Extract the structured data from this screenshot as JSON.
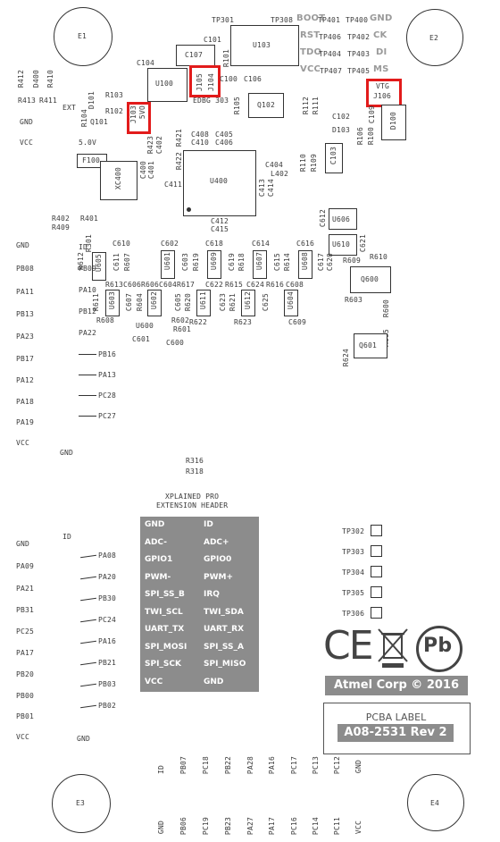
{
  "holes": {
    "e1": "E1",
    "e2": "E2",
    "e3": "E3",
    "e4": "E4"
  },
  "top_labels": {
    "tp301": "TP301",
    "tp308": "TP308",
    "boot": "BOOT",
    "tp401": "TP401",
    "tp400": "TP400",
    "gnd": "GND",
    "rst": "RST",
    "tp406": "TP406",
    "tp402": "TP402",
    "ck": "CK",
    "tdo": "TDO",
    "tp404": "TP404",
    "tp403": "TP403",
    "di": "DI",
    "vcc": "VCC",
    "tp407": "TP407",
    "tp405": "TP405",
    "ms": "MS",
    "c101": "C101",
    "u103": "U103",
    "c107": "C107",
    "c104": "C104",
    "r101": "R101",
    "u100": "U100",
    "j105": "J105",
    "j104": "J104",
    "c100": "C100",
    "c106": "C106",
    "edbg303": "EDBG 303",
    "r105": "R105",
    "q102": "Q102",
    "r412": "R412",
    "d400": "D400",
    "r410": "R410",
    "r413": "R413",
    "r411": "R411",
    "r103": "R103",
    "d101": "D101",
    "r102": "R102",
    "r104": "R104",
    "q101": "Q101",
    "ext": "EXT",
    "j103": "J103",
    "svo": "5VO",
    "gnd_l": "GND",
    "vcc_l": "VCC",
    "v50": "5.0V",
    "vtg": "VTG",
    "j106": "J106",
    "r112": "R112",
    "r111": "R111",
    "c102": "C102",
    "c109": "C109",
    "d103": "D103",
    "r106": "R106",
    "r100": "R100",
    "d100": "D100",
    "f100": "F100",
    "xc400": "XC400",
    "c400": "C400",
    "c401": "C401",
    "r423": "R423",
    "c402": "C402",
    "r422": "R422",
    "r421": "R421",
    "c408": "C408",
    "c405": "C405",
    "c410": "C410",
    "c406": "C406",
    "c411": "C411",
    "u400": "U400",
    "c404": "C404",
    "l402": "L402",
    "r110": "R110",
    "r109": "R109",
    "c103": "C103",
    "c413": "C413",
    "c414": "C414",
    "c412": "C412",
    "c415": "C415"
  },
  "mid_labels": {
    "r402": "R402",
    "r409": "R409",
    "r401": "R401",
    "c612": "C612",
    "u606": "U606",
    "c621": "C621",
    "u610": "U610",
    "r609": "R609",
    "r610": "R610",
    "q600": "Q600",
    "r603": "R603",
    "r600": "R600",
    "r605": "R605",
    "q601": "Q601",
    "r624": "R624",
    "c610": "C610",
    "c602": "C602",
    "c618": "C618",
    "c614": "C614",
    "c616": "C616",
    "r612": "R612",
    "r301": "R301",
    "c611": "C611",
    "r607": "R607",
    "u601": "U601",
    "c603": "C603",
    "r619": "R619",
    "u609": "U609",
    "c619": "C619",
    "r618": "R618",
    "u607": "U607",
    "c615": "C615",
    "r614": "R614",
    "u608": "U608",
    "c617": "C617",
    "c620": "C620",
    "r613": "R613",
    "c606": "C606",
    "r606": "R606",
    "c604": "C604",
    "r617": "R617",
    "c622": "C622",
    "r615": "R615",
    "c624": "C624",
    "r616": "R616",
    "c608": "C608",
    "r611": "R611",
    "u603": "U603",
    "c607": "C607",
    "r604": "R604",
    "u602": "U602",
    "c605": "C605",
    "r620": "R620",
    "u611": "U611",
    "c623": "C623",
    "r621": "R621",
    "u612": "U612",
    "c625": "C625",
    "u604": "U604",
    "c609": "C609",
    "r608": "R608",
    "u600": "U600",
    "r602": "R602",
    "r622": "R622",
    "r601": "R601",
    "r623": "R623",
    "c601": "C601",
    "c600": "C600",
    "u605": "U605"
  },
  "left_pins": [
    "GND",
    "PB08",
    "PA11",
    "PB13",
    "PA23",
    "PB17",
    "PA12",
    "PA18",
    "PA19",
    "VCC"
  ],
  "inner_pins": [
    "ID",
    "PB09",
    "PA10",
    "PB12",
    "PA22"
  ],
  "inner_pins_dash": [
    "PB16",
    "PA13",
    "PC28",
    "PC27"
  ],
  "gnd_mid": "GND",
  "r316": "R316",
  "r318": "R318",
  "ext_header": {
    "title1": "XPLAINED PRO",
    "title2": "EXTENSION HEADER"
  },
  "header_pins": [
    [
      "GND",
      "ID"
    ],
    [
      "ADC-",
      "ADC+"
    ],
    [
      "GPIO1",
      "GPIO0"
    ],
    [
      "PWM-",
      "PWM+"
    ],
    [
      "SPI_SS_B",
      "IRQ"
    ],
    [
      "TWI_SCL",
      "TWI_SDA"
    ],
    [
      "UART_TX",
      "UART_RX"
    ],
    [
      "SPI_MOSI",
      "SPI_SS_A"
    ],
    [
      "SPI_SCK",
      "SPI_MISO"
    ],
    [
      "VCC",
      "GND"
    ]
  ],
  "lower_left_pins": [
    "GND",
    "PA09",
    "PA21",
    "PB31",
    "PC25",
    "PA17",
    "PB20",
    "PB00",
    "PB01",
    "VCC"
  ],
  "lower_id": "ID",
  "lower_inner_pins": [
    "PA08",
    "PA20",
    "PB30",
    "PC24",
    "PA16",
    "PB21",
    "PB03",
    "PB02"
  ],
  "lower_gnd": "GND",
  "test_points": [
    "TP302",
    "TP303",
    "TP304",
    "TP305",
    "TP306"
  ],
  "corp": "Atmel Corp © 2016",
  "pcba": {
    "label": "PCBA LABEL",
    "number": "A08-2531 Rev 2"
  },
  "bottom_top_row": [
    "ID",
    "PB07",
    "PC18",
    "PB22",
    "PA28",
    "PA16",
    "PC17",
    "PC13",
    "PC12",
    "GND"
  ],
  "bottom_bottom_row": [
    "GND",
    "PB06",
    "PC19",
    "PB23",
    "PA27",
    "PA17",
    "PC16",
    "PC14",
    "PC11",
    "VCC"
  ],
  "marks": {
    "ce": "CE",
    "pb": "Pb"
  }
}
